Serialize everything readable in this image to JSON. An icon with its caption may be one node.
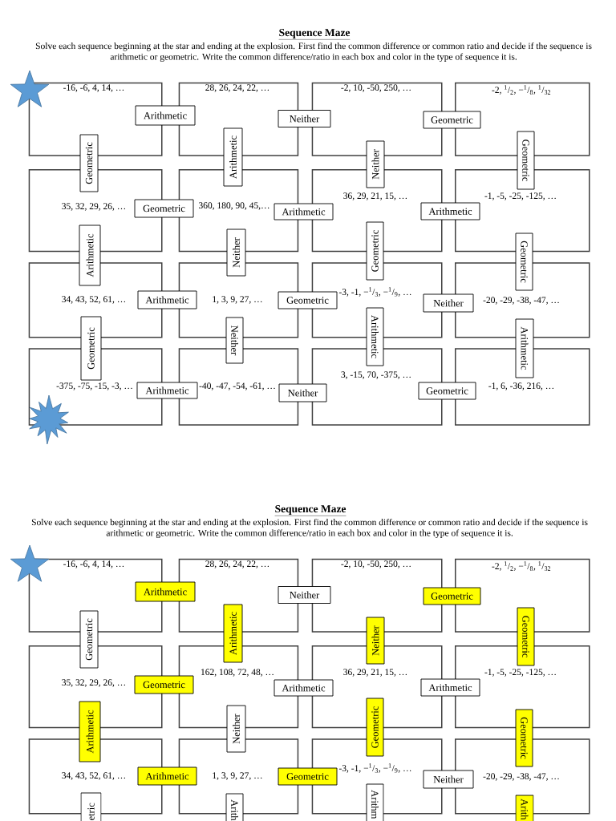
{
  "diagram": {
    "title": "Sequence Maze",
    "nodes": [
      {
        "text": [
          "-16, -6, 4, 14, …"
        ]
      },
      {
        "text": [
          "28, 26, 24, 22, …"
        ]
      },
      {
        "text": [
          "-2, 10, -50, 250, …"
        ]
      },
      {
        "text": [
          "-2, $^{1}$/$_{2}$, −$^{1}$/$_{8}$, $^{1}$/$_{32}$"
        ]
      },
      {
        "text": [
          "Arithmetic"
        ]
      },
      {
        "text": [
          "Neither"
        ]
      },
      {
        "text": [
          "Geometric"
        ]
      },
      {
        "text": [
          "Geometric"
        ]
      },
      {
        "text": [
          "Arithmetic"
        ]
      },
      {
        "text": [
          "Neither"
        ]
      },
      {
        "text": [
          "Geometric"
        ]
      },
      {
        "text": [
          "35, 32, 29, 26, …"
        ]
      },
      {
        "text": [
          "360, 180, 90, 45,…"
        ]
      },
      {
        "text": [
          "36, 29, 21, 15, …"
        ]
      },
      {
        "text": [
          "-1, -5, -25, -125, …"
        ]
      },
      {
        "text": [
          "Geometric"
        ]
      },
      {
        "text": [
          "Arithmetic"
        ]
      },
      {
        "text": [
          "Arithmetic"
        ]
      },
      {
        "text": [
          "Arithmetic"
        ]
      },
      {
        "text": [
          "Neither"
        ]
      },
      {
        "text": [
          "Geometric"
        ]
      },
      {
        "text": [
          "Geometric"
        ]
      },
      {
        "text": [
          "34, 43, 52, 61, …"
        ]
      },
      {
        "text": [
          "1, 3, 9, 27, …"
        ]
      },
      {
        "text": [
          "-3, -1, −$^{1}$/$_{3}$, −$^{1}$/$_{9}$, …"
        ]
      },
      {
        "text": [
          "-20, -29, -38, -47, …"
        ]
      },
      {
        "text": [
          "Arithmetic"
        ]
      },
      {
        "text": [
          "Geometric"
        ]
      },
      {
        "text": [
          "Neither"
        ]
      },
      {
        "text": [
          "Geometric"
        ]
      },
      {
        "text": [
          "Neither"
        ]
      },
      {
        "text": [
          "Arithmetic"
        ]
      },
      {
        "text": [
          "Arithmetic"
        ]
      },
      {
        "text": [
          "-375, -75, -15, -3, …"
        ]
      },
      {
        "text": [
          "-40, -47, -54, -61, …"
        ]
      },
      {
        "text": [
          "3, -15, 70, -375, …"
        ]
      },
      {
        "text": [
          "-1, 6, -36, 216, …"
        ]
      },
      {
        "text": [
          "Arithmetic"
        ]
      },
      {
        "text": [
          "Neither"
        ]
      },
      {
        "text": [
          "Geometric"
        ]
      },
      {
        "text": [
          "-16, -6, 4, 14, …"
        ]
      },
      {
        "text": [
          "28, 26, 24, 22, …"
        ]
      },
      {
        "text": [
          "-2, 10, -50, 250, …"
        ]
      },
      {
        "text": [
          "-2, $^{1}$/$_{2}$, −$^{1}$/$_{8}$, $^{1}$/$_{32}$"
        ]
      },
      {
        "text": [
          "Arithmetic"
        ]
      },
      {
        "text": [
          "Neither"
        ]
      },
      {
        "text": [
          "Geometric"
        ]
      },
      {
        "text": [
          "Geometric"
        ]
      },
      {
        "text": [
          "Arithmetic"
        ]
      },
      {
        "text": [
          "Neither"
        ]
      },
      {
        "text": [
          "Geometric"
        ]
      },
      {
        "text": [
          "35, 32, 29, 26, …"
        ]
      },
      {
        "text": [
          "162, 108, 72, 48, …"
        ]
      },
      {
        "text": [
          "36, 29, 21, 15, …"
        ]
      },
      {
        "text": [
          "-1, -5, -25, -125, …"
        ]
      },
      {
        "text": [
          "Geometric"
        ]
      },
      {
        "text": [
          "Arithmetic"
        ]
      },
      {
        "text": [
          "Arithmetic"
        ]
      },
      {
        "text": [
          "Arithmetic"
        ]
      },
      {
        "text": [
          "Neither"
        ]
      },
      {
        "text": [
          "Geometric"
        ]
      },
      {
        "text": [
          "Geometric"
        ]
      },
      {
        "text": [
          "34, 43, 52, 61, …"
        ]
      },
      {
        "text": [
          "1, 3, 9, 27, …"
        ]
      },
      {
        "text": [
          "-3, -1, −$^{1}$/$_{3}$, −$^{1}$/$_{9}$, …"
        ]
      },
      {
        "text": [
          "-20, -29, -38, -47, …"
        ]
      },
      {
        "text": [
          "Arithmetic"
        ]
      },
      {
        "text": [
          "Geometric"
        ]
      },
      {
        "text": [
          "Neither"
        ]
      },
      {
        "text": [
          "etric"
        ]
      },
      {
        "text": [
          "Arith"
        ]
      },
      {
        "text": [
          "Arithm"
        ]
      },
      {
        "text": [
          "Arith"
        ]
      }
    ],
    "labels": [
      "Solve each sequence beginning at the star and ending at the explosion. First find the common difference or common ratio and decide if the sequence is arithmetic or geometric. Write the common difference/ratio in each box and color in the type of sequence it is.",
      "Sequence Maze",
      "Solve each sequence beginning at the star and ending at the explosion. First find the common difference or common ratio and decide if the sequence is arithmetic or geometric. Write the common difference/ratio in each box and color in the type of sequence it is."
    ]
  }
}
